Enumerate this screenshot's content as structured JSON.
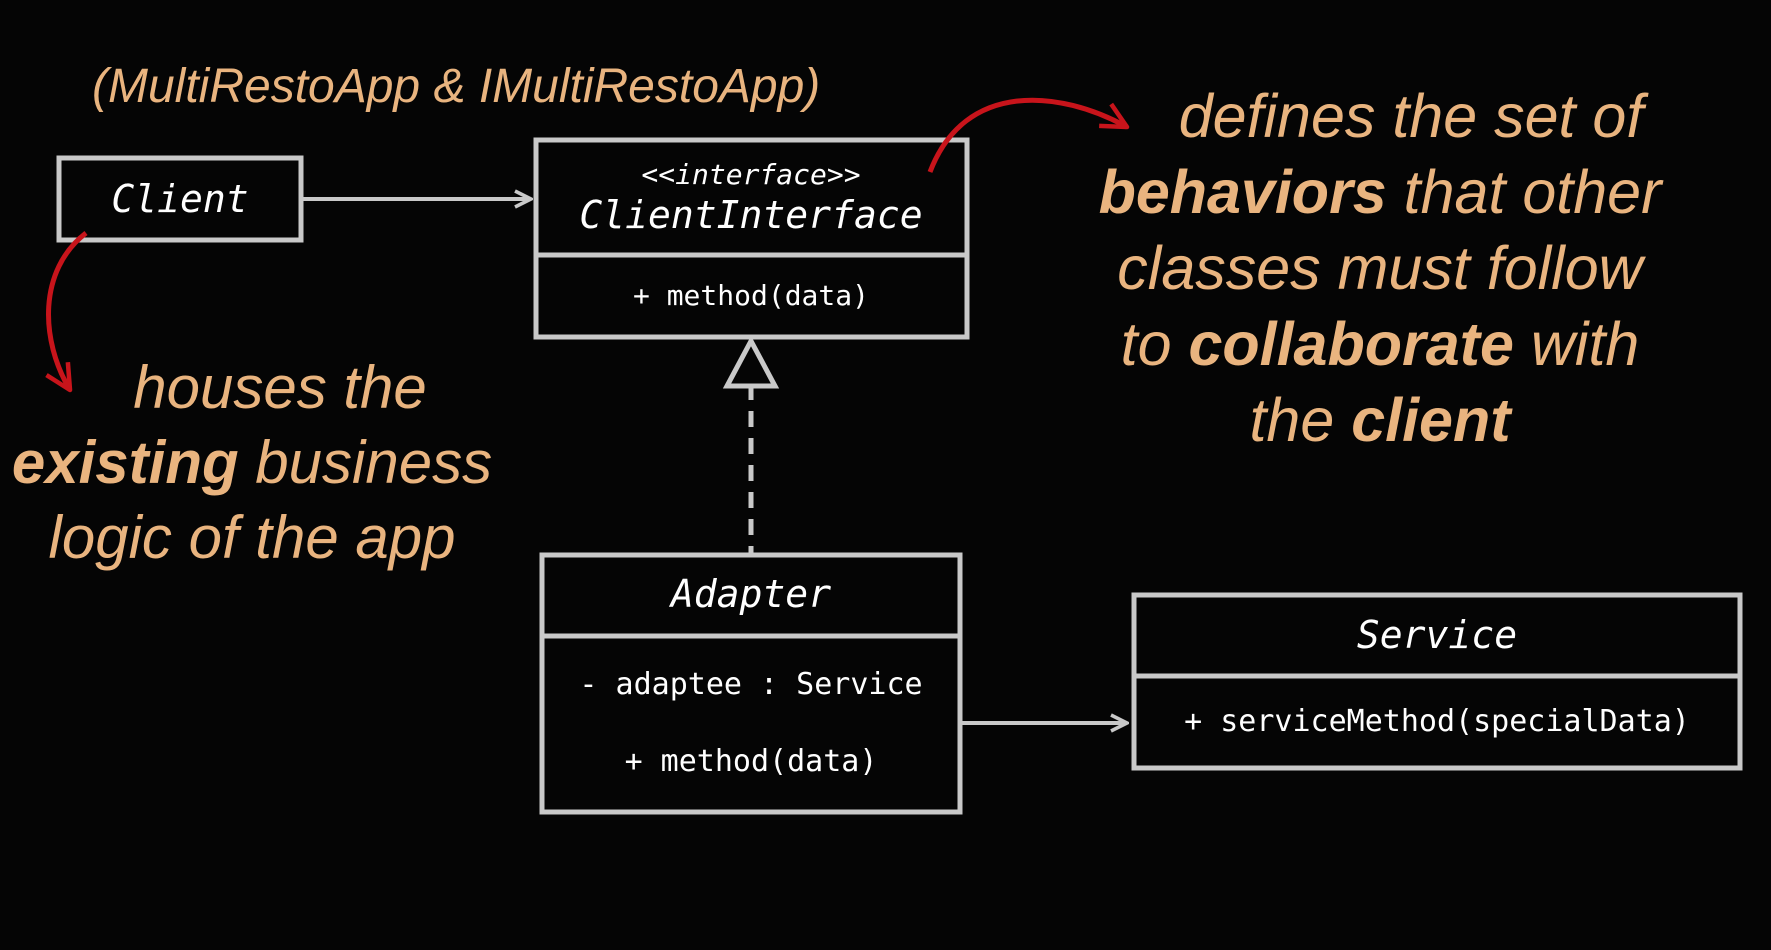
{
  "colors": {
    "background": "#050505",
    "box_stroke": "#c9c9c9",
    "box_text": "#ffffff",
    "annotation": "#e9b47f",
    "accent_arrow": "#c8141b"
  },
  "subtitle": "(MultiRestoApp & IMultiRestoApp)",
  "client": {
    "name": "Client"
  },
  "client_interface": {
    "stereotype": "<<interface>>",
    "name": "ClientInterface",
    "method": "+ method(data)"
  },
  "adapter": {
    "name": "Adapter",
    "field": "- adaptee : Service",
    "method": "+ method(data)"
  },
  "service": {
    "name": "Service",
    "method": "+ serviceMethod(specialData)"
  },
  "annotation_client": {
    "line1": "houses the",
    "line2_strong": "existing",
    "line2_rest": " business",
    "line3": "logic of the app"
  },
  "annotation_interface": {
    "line1": "defines the set of",
    "line2_strong": "behaviors",
    "line2_rest": " that other",
    "line3": "classes must follow",
    "line4_a": "to ",
    "line4_strong": "collaborate",
    "line4_rest": " with",
    "line5_a": "the ",
    "line5_strong": "client"
  }
}
